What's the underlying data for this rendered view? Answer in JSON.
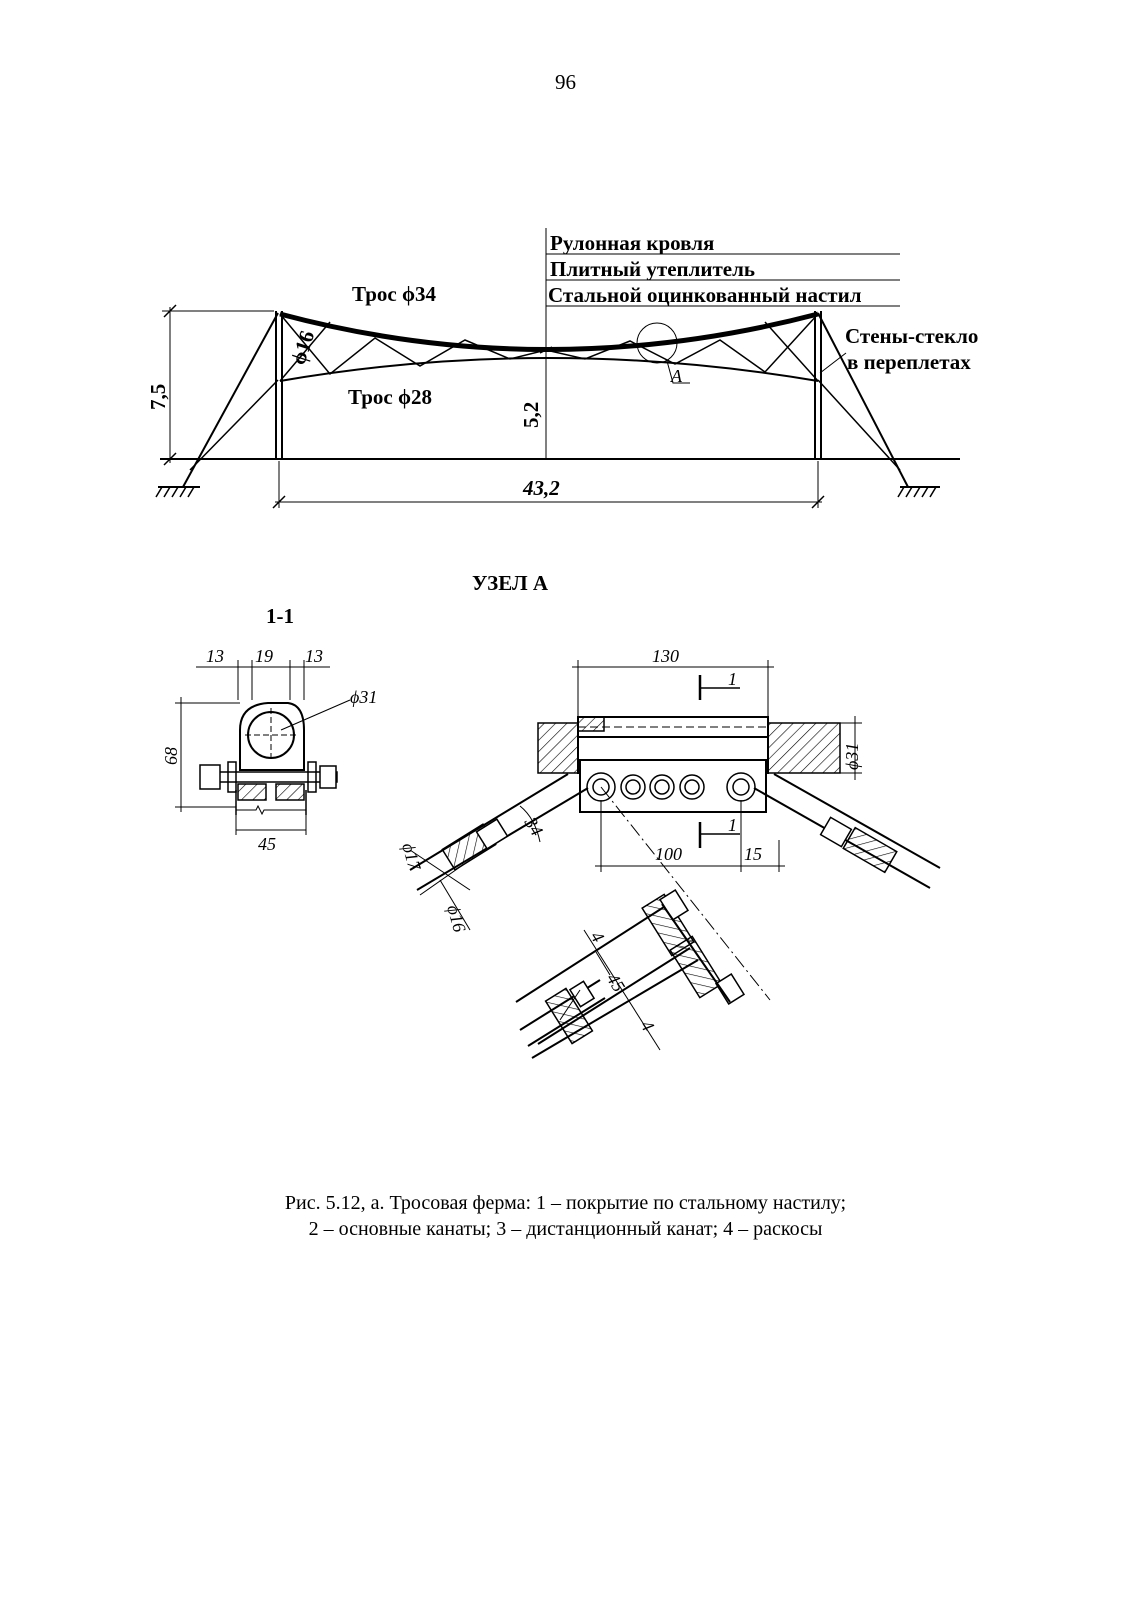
{
  "page": {
    "number": "96"
  },
  "truss": {
    "layers": [
      "Рулонная кровля",
      "Плитный утеплитель",
      "Стальной оцинкованный настил"
    ],
    "top_cable": "Трос ϕ34",
    "bottom_cable": "Трос ϕ28",
    "strut_diameter": "ϕ16",
    "walls": [
      "Стены-стекло",
      "в переплетах"
    ],
    "height_left": "7,5",
    "height_mid": "5,2",
    "span": "43,2",
    "node_marker": "А"
  },
  "node": {
    "title": "УЗЕЛ А",
    "section_label": "1-1",
    "section": {
      "dim_a": "13",
      "dim_b": "19",
      "dim_c": "13",
      "diameter": "ϕ31",
      "height": "68",
      "width": "45"
    },
    "plan": {
      "length": "130",
      "diameter": "ϕ31",
      "angle_dim": "34",
      "spacing": "100",
      "offset": "15",
      "cut_mark": "1",
      "rod_diameter_a": "ϕ17",
      "rod_diameter_b": "ϕ16"
    },
    "detail": {
      "plate_a": "4",
      "gap": "45",
      "plate_b": "4"
    }
  },
  "caption": {
    "line1": "Рис. 5.12, а. Тросовая ферма: 1 – покрытие по стальному настилу;",
    "line2": "2 – основные канаты; 3 – дистанционный канат; 4 – раскосы"
  }
}
